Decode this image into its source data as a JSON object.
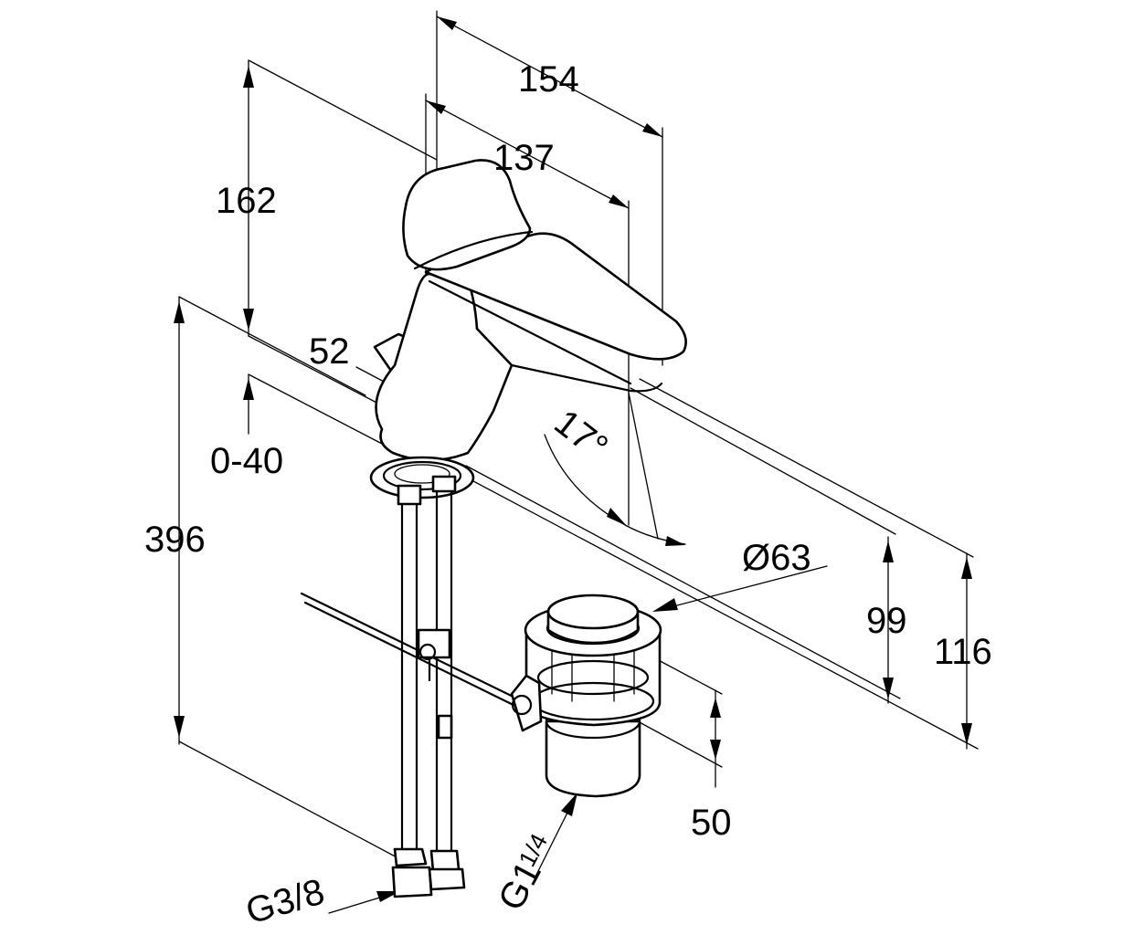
{
  "diagram": {
    "dimensions": {
      "width_154": "154",
      "width_137": "137",
      "height_162": "162",
      "projection_52": "52",
      "adjust_0_40": "0-40",
      "height_396": "396",
      "diameter_63": "Ø63",
      "height_99": "99",
      "height_116": "116",
      "height_50": "50"
    },
    "angle": "17°",
    "threads": {
      "supply": "G3/8",
      "waste_prefix": "G1",
      "waste_fraction": "1/4"
    },
    "colors": {
      "line": "#000000",
      "background": "#ffffff"
    }
  }
}
